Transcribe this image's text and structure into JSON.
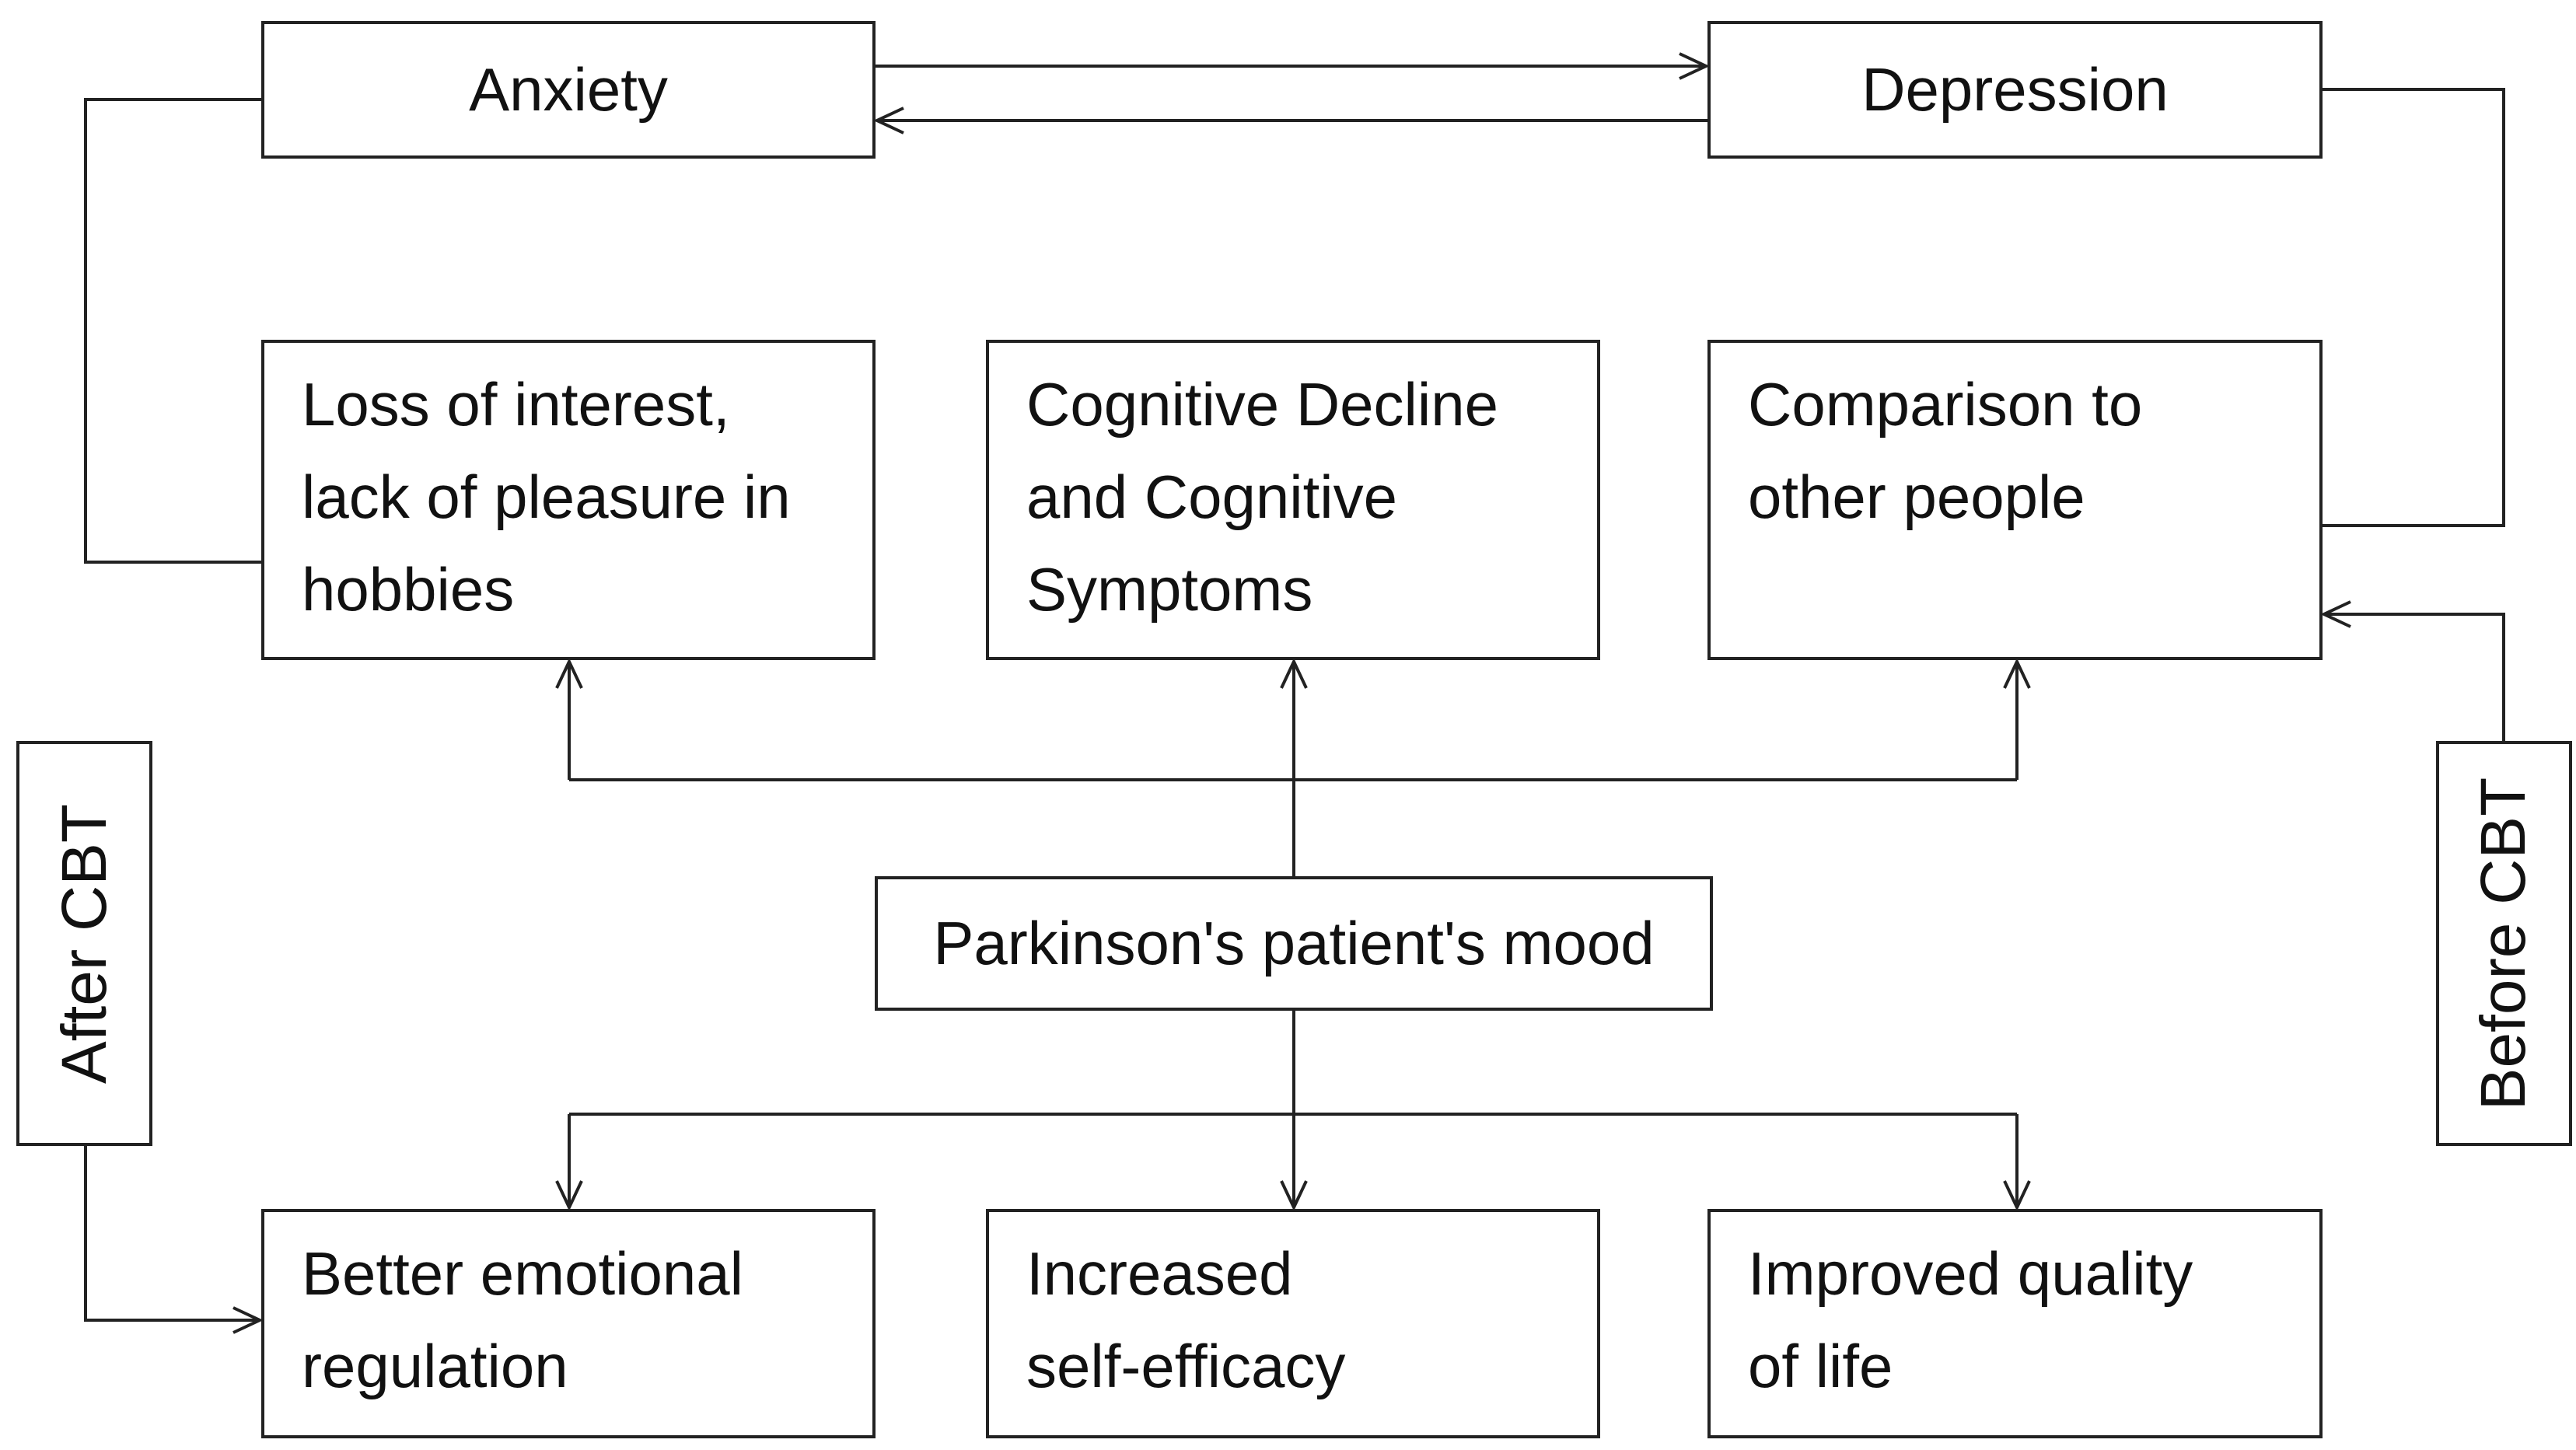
{
  "diagram": {
    "nodes": {
      "anxiety": "Anxiety",
      "depression": "Depression",
      "loss_of_interest": "Loss of interest,\nlack of pleasure in\nhobbies",
      "cognitive_decline": "Cognitive Decline\nand Cognitive\nSymptoms",
      "comparison": "Comparison to\nother people",
      "mood": "Parkinson's patient's mood",
      "after_cbt": "After CBT",
      "before_cbt": "Before CBT",
      "emotional_regulation": "Better emotional\nregulation",
      "self_efficacy": "Increased\nself-efficacy",
      "quality_of_life": "Improved quality\nof life"
    },
    "colors": {
      "line": "#222222",
      "background": "#ffffff"
    }
  }
}
